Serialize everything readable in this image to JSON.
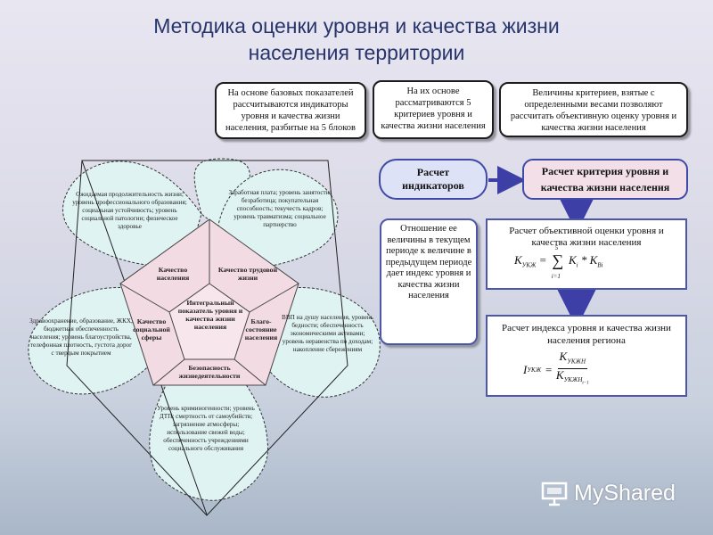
{
  "title": {
    "line1": "Методика оценки уровня и качества жизни",
    "line2": "населения территории"
  },
  "callouts": {
    "c1": "На основе базовых показателей рассчитываются индикаторы уровня и качества жизни населения, разбитые на 5 блоков",
    "c2": "На их основе рассматриваются 5 критериев уровня и качества жизни населения",
    "c3": "Величины критериев, взятые с определенными весами позволяют рассчитать объективную оценку уровня и качества жизни населения"
  },
  "boxes": {
    "indicators": "Расчет индикаторов",
    "criterion": "Расчет критерия уровня и качества жизни населения",
    "objective_title": "Расчет объективной оценки уровня и качества жизни населения",
    "relation": "Отношение ее величины в текущем периоде к величине в предыдущем периоде дает индекс уровня и качества жизни населения",
    "index_title": "Расчет индекса уровня и качества жизни населения региона"
  },
  "formula1": {
    "lhs": "K",
    "lhs_sub": "УКЖ",
    "sum_top": "5",
    "sum_bottom": "i=1",
    "term1": "K",
    "term1_sub": "i",
    "term2": "K",
    "term2_sub": "Bi"
  },
  "formula2": {
    "lhs": "I",
    "lhs_sub": "УКЖ",
    "num": "K",
    "num_sub": "УКЖН",
    "den": "K",
    "den_sub": "УКЖН",
    "den_sub2": "t−1"
  },
  "petals": {
    "top_left": "Ожидаемая продолжительность жизни; уровень профессионального образования; социальная устойчивость; уровень социальной патологии; физическое здоровье",
    "top_right": "Заработная плата; уровень занятости; безработица; покупательная способность; текучесть кадров; уровень травматизма; социальное партнерство",
    "left": "Здравоохранение, образование, ЖКХ, бюджетная обеспеченность населения; уровень благоустройства, телефонная плотность, густота дорог с твердым покрытием",
    "right": "ВВП на душу населения, уровень бедности; обеспеченность экономическими активами; уровень неравенства по доходам; накопление сбережениям",
    "bottom": "Уровень криминогенности; уровень ДТП; смертность от самоубийств; загрязнение атмосферы; использование свежей воды; обеспеченность учреждениями социального обслуживания"
  },
  "segments": {
    "top_left": "Качество населения",
    "top_right": "Качество трудовой жизни",
    "left": "Качество социальной сферы",
    "right": "Благо-состояние населения",
    "bottom": "Безопасность жизнедеятельности",
    "center": "Интегральный показатель уровня и качества жизни населения"
  },
  "logo": {
    "text": "MyShared"
  }
}
